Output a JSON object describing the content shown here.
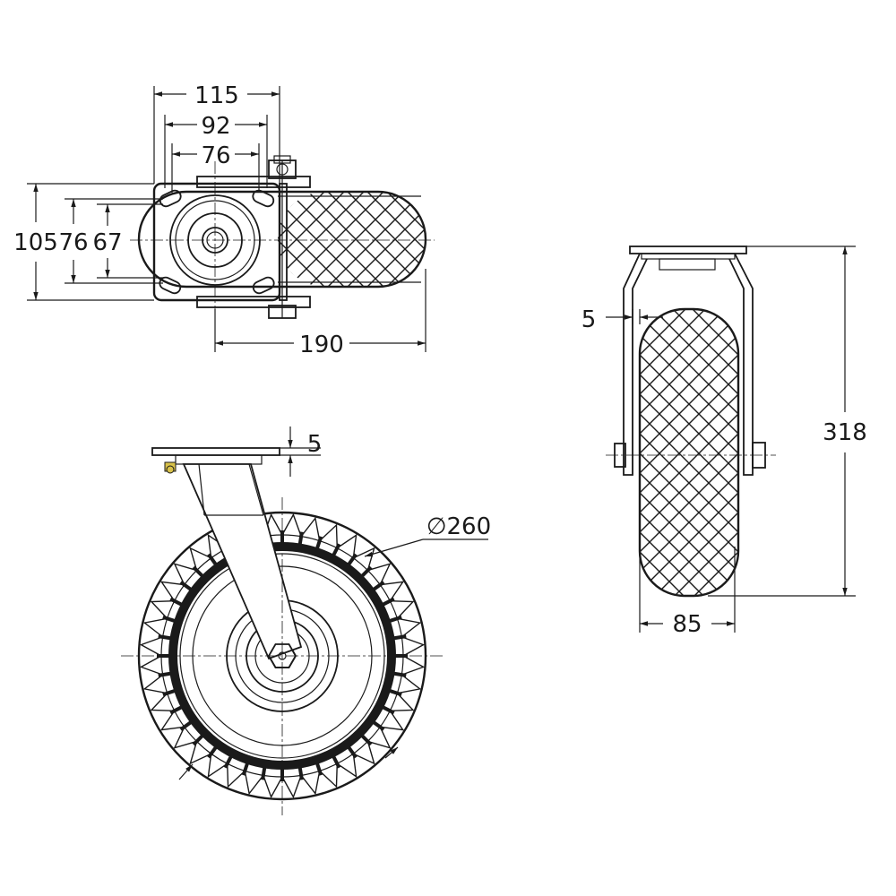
{
  "drawing": {
    "top_view": {
      "dimensions": {
        "plate_width_outer": "115",
        "plate_width_mid": "92",
        "plate_width_inner": "76",
        "plate_height_outer": "105",
        "plate_height_mid": "76",
        "plate_height_inner": "67",
        "overall_length": "190"
      }
    },
    "side_view": {
      "dimensions": {
        "plate_thickness": "5",
        "wheel_diameter": "∅260"
      }
    },
    "front_view": {
      "dimensions": {
        "fork_gap": "5",
        "overall_height": "318",
        "wheel_width": "85"
      }
    }
  },
  "colors": {
    "line": "#1a1a1a",
    "hardware_yellow": "#d9c24a",
    "background": "#ffffff"
  }
}
